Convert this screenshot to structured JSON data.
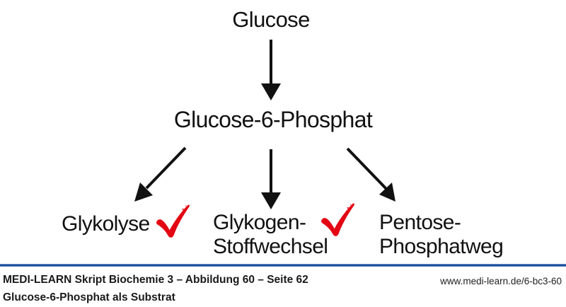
{
  "diagram": {
    "glucose": {
      "label": "Glucose"
    },
    "g6p": {
      "label": "Glucose-6-Phosphat"
    },
    "pathways": [
      {
        "line1": "Glykolyse",
        "line2": "",
        "checked": true
      },
      {
        "line1": "Glykogen-",
        "line2": "Stoffwechsel",
        "checked": true
      },
      {
        "line1": "Pentose-",
        "line2": "Phosphatweg",
        "checked": false
      }
    ],
    "checkmark_color": "#e30613",
    "arrow_color": "#111111",
    "text_color": "#111111"
  },
  "footer": {
    "source": "MEDI-LEARN Skript Biochemie 3 – Abbildung 60 – Seite 62",
    "caption": "Glucose-6-Phosphat als Substrat",
    "url": "www.medi-learn.de/6-bc3-60",
    "rule_color": "#1d55a4"
  }
}
